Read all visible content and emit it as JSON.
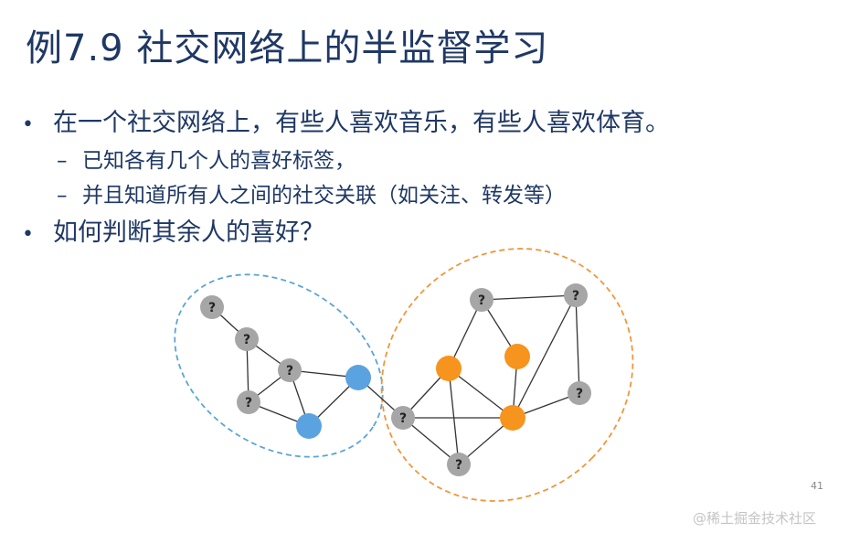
{
  "slide": {
    "title": "例7.9 社交网络上的半监督学习",
    "bullets": [
      {
        "text": "在一个社交网络上，有些人喜欢音乐，有些人喜欢体育。",
        "subs": [
          "已知各有几个人的喜好标签，",
          "并且知道所有人之间的社交关联（如关注、转发等）"
        ]
      },
      {
        "text": "如何判断其余人的喜好？"
      }
    ],
    "bullet_marker": "•",
    "sub_marker": "–",
    "page_number": "41",
    "watermark": "@稀土掘金技术社区"
  },
  "graph": {
    "unknown_label": "?",
    "colors": {
      "unknown": "#a6a6a6",
      "blue": "#5ba3e0",
      "orange": "#f7941d",
      "edge": "#333333",
      "blue_group": "#5aa5d6",
      "orange_group": "#f0963a"
    },
    "nodes": [
      {
        "id": "L1",
        "type": "unknown"
      },
      {
        "id": "L2",
        "type": "unknown"
      },
      {
        "id": "L3",
        "type": "unknown"
      },
      {
        "id": "L4",
        "type": "unknown"
      },
      {
        "id": "B1",
        "type": "blue"
      },
      {
        "id": "B2",
        "type": "blue"
      },
      {
        "id": "R1",
        "type": "unknown"
      },
      {
        "id": "R2",
        "type": "unknown"
      },
      {
        "id": "R3",
        "type": "unknown"
      },
      {
        "id": "R4",
        "type": "unknown"
      },
      {
        "id": "R5",
        "type": "unknown"
      },
      {
        "id": "O1",
        "type": "orange"
      },
      {
        "id": "O2",
        "type": "orange"
      },
      {
        "id": "O3",
        "type": "orange"
      }
    ],
    "edges": [
      [
        "L1",
        "L2"
      ],
      [
        "L2",
        "L3"
      ],
      [
        "L2",
        "L4"
      ],
      [
        "L3",
        "L4"
      ],
      [
        "L3",
        "B1"
      ],
      [
        "L3",
        "B2"
      ],
      [
        "L4",
        "B2"
      ],
      [
        "B2",
        "B1"
      ],
      [
        "B1",
        "R1"
      ],
      [
        "R1",
        "O1"
      ],
      [
        "R1",
        "O3"
      ],
      [
        "R1",
        "R3"
      ],
      [
        "O1",
        "R2"
      ],
      [
        "O1",
        "O3"
      ],
      [
        "O1",
        "R3"
      ],
      [
        "R2",
        "R4"
      ],
      [
        "R2",
        "O2"
      ],
      [
        "R4",
        "R5"
      ],
      [
        "R4",
        "O3"
      ],
      [
        "O2",
        "O3"
      ],
      [
        "O3",
        "R5"
      ],
      [
        "O3",
        "R3"
      ]
    ],
    "groups": [
      {
        "name": "blue",
        "color_key": "blue_group"
      },
      {
        "name": "orange",
        "color_key": "orange_group"
      }
    ]
  }
}
